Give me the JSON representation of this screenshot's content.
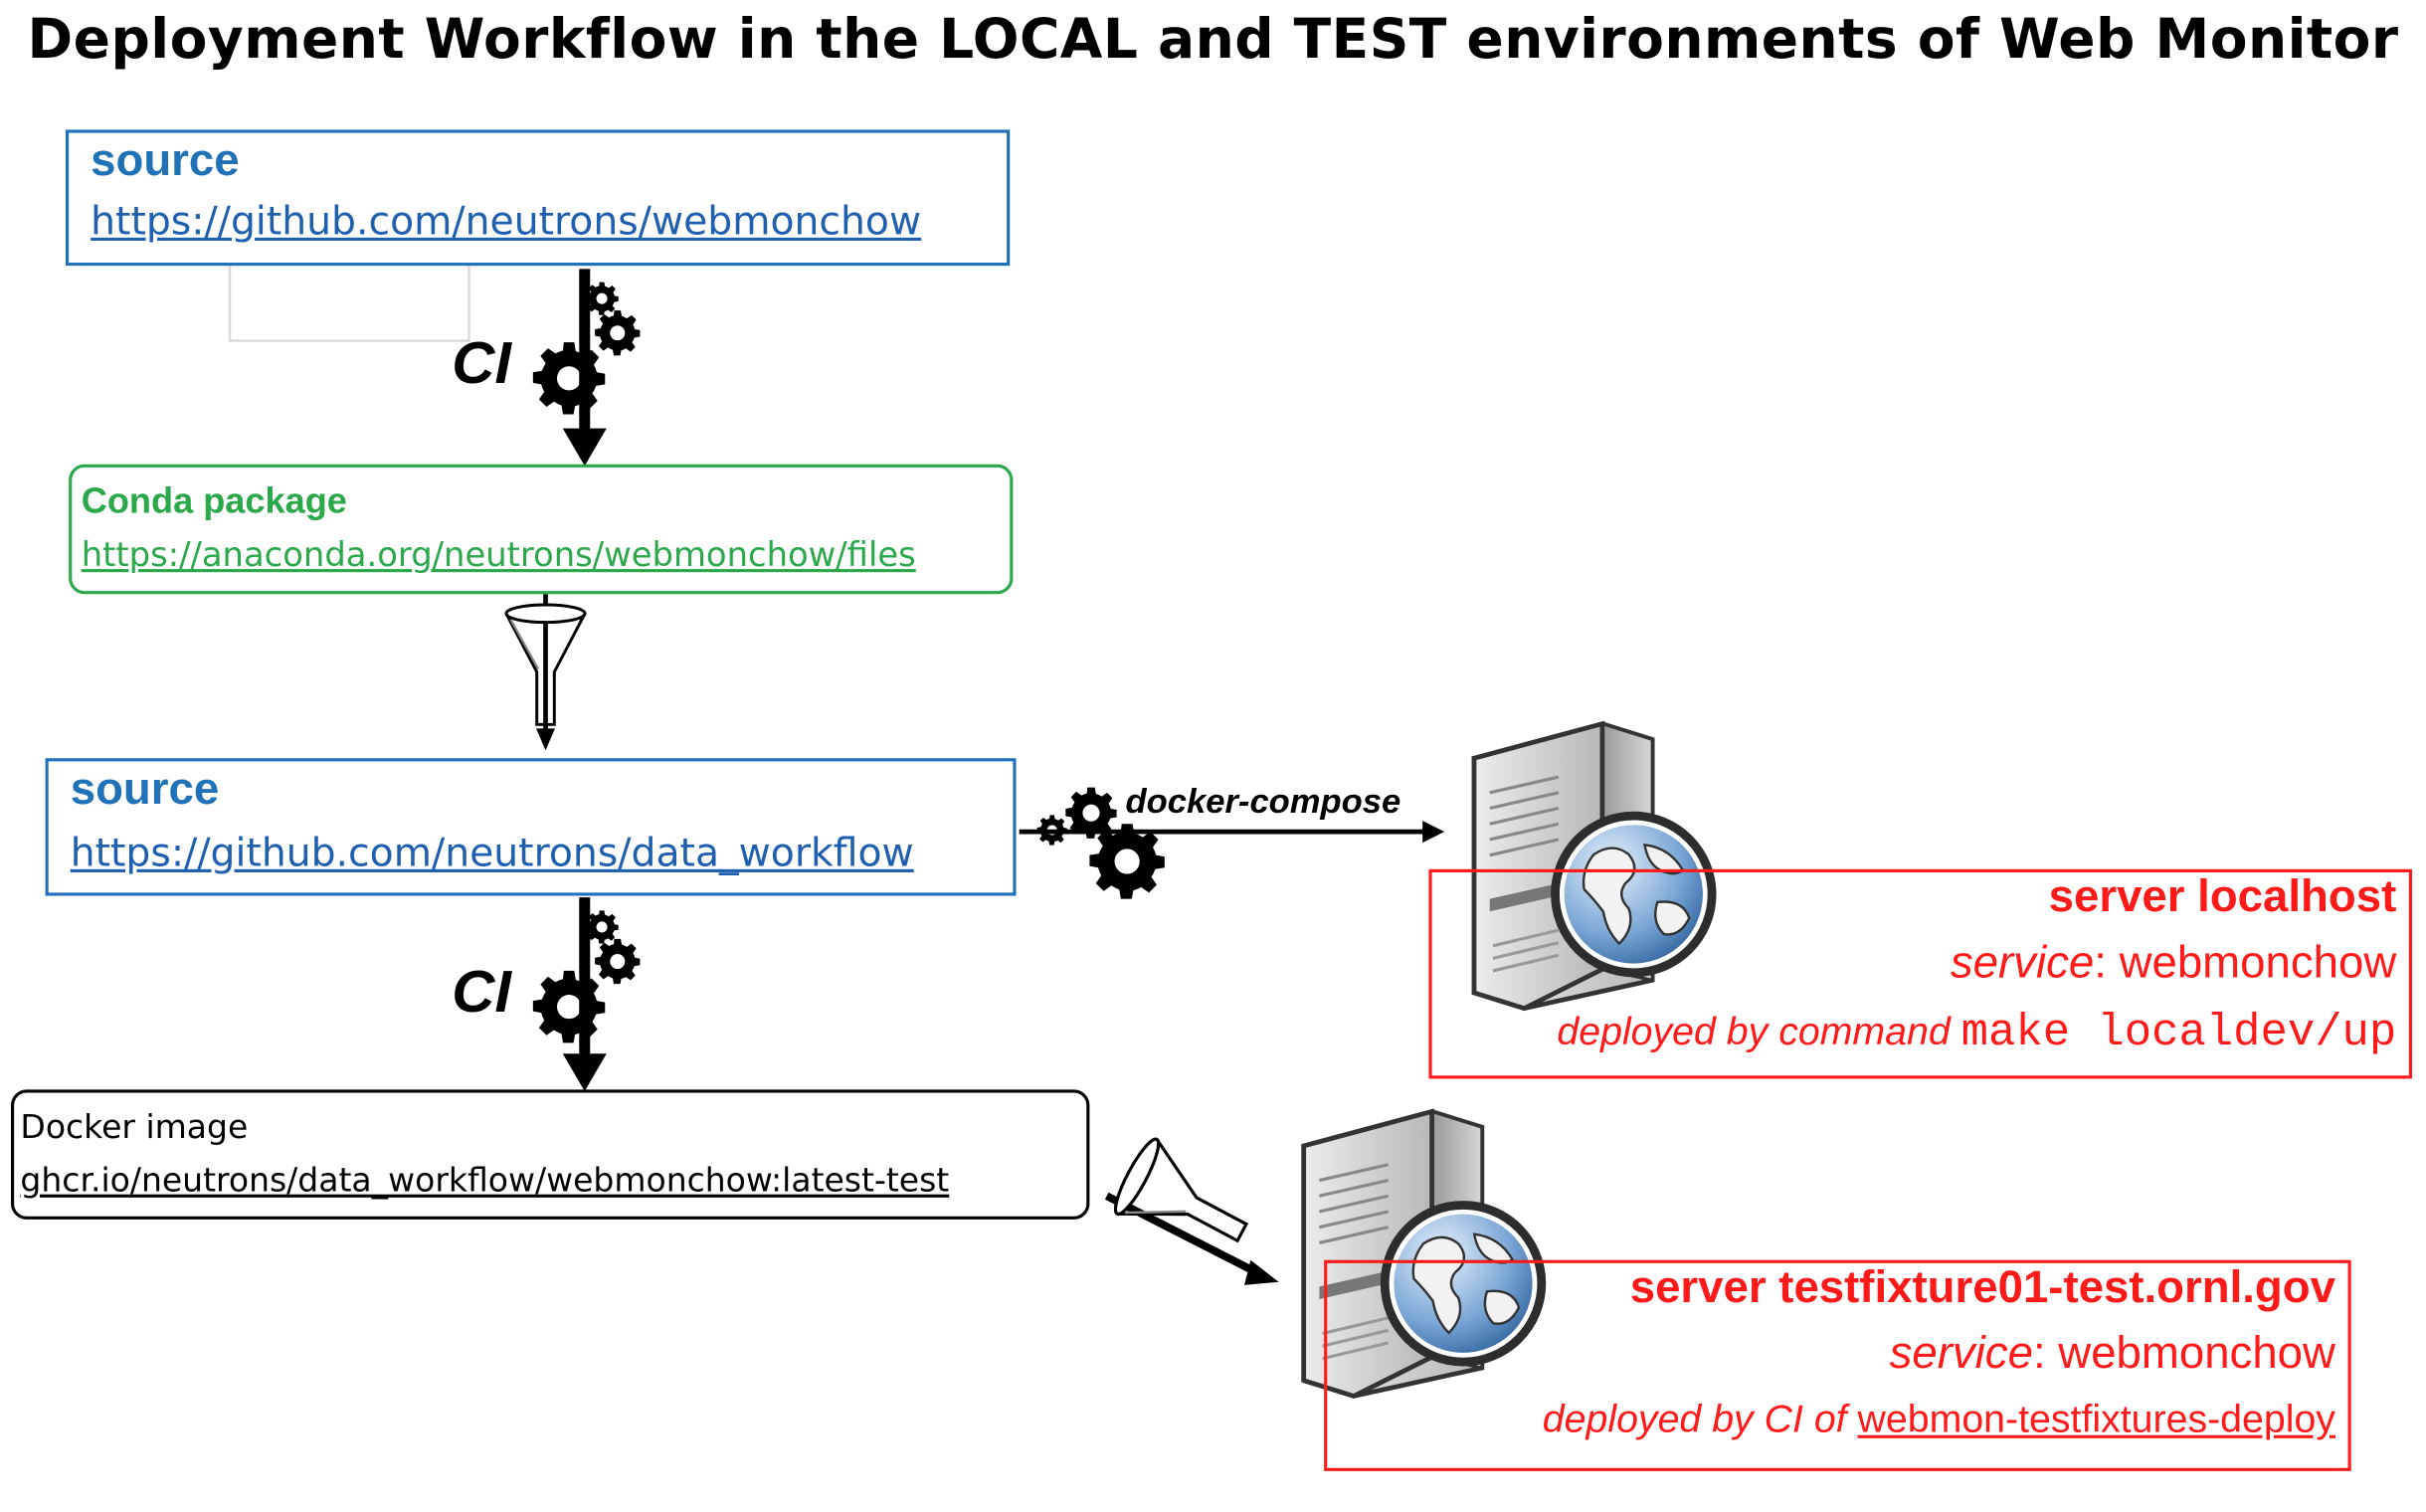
{
  "title": "Deployment Workflow in the LOCAL and TEST environments of Web Monitor",
  "source_webmonchow": {
    "label": "source",
    "url": "https://github.com/neutrons/webmonchow"
  },
  "conda_package": {
    "label": "Conda package",
    "url": "https://anaconda.org/neutrons/webmonchow/files"
  },
  "source_data_workflow": {
    "label": "source",
    "url": "https://github.com/neutrons/data_workflow"
  },
  "docker_image": {
    "label": "Docker image",
    "tag": "ghcr.io/neutrons/data_workflow/webmonchow:latest-test"
  },
  "edges": {
    "ci_1": "CI",
    "ci_2": "CI",
    "docker_compose": "docker-compose"
  },
  "server_localhost": {
    "name": "server localhost",
    "service_key": "service",
    "service_sep": ": ",
    "service_value": "webmonchow",
    "deployed_prefix": "deployed by command",
    "deployed_command": "make localdev/up"
  },
  "server_test": {
    "name": "server testfixture01-test.ornl.gov",
    "service_key": "service",
    "service_sep": ": ",
    "service_value": "webmonchow",
    "deployed_prefix": "deployed by CI of",
    "deployed_repo": "webmon-testfixtures-deploy"
  },
  "icons": [
    "gear-icon",
    "funnel-icon",
    "server-tower-icon",
    "globe-icon"
  ],
  "colors": {
    "source": "#1f72b8",
    "conda": "#2aa84a",
    "server": "#ff1a1a",
    "arrow": "#000000"
  }
}
